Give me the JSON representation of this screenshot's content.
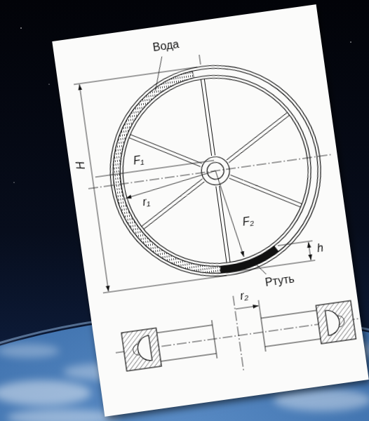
{
  "diagram": {
    "labels": [
      "Вода",
      "H",
      "F₁",
      "r₁",
      "F₂",
      "Ртуть",
      "h",
      "r₂"
    ]
  }
}
